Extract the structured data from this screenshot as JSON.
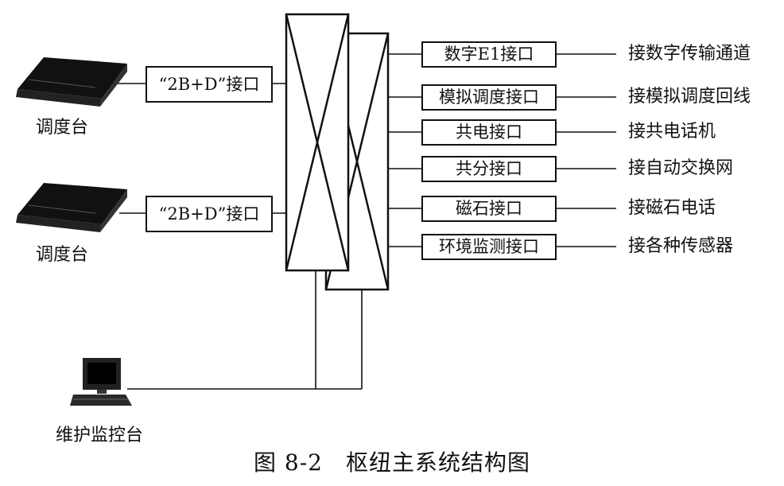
{
  "caption": "图 8-2　枢纽主系统结构图",
  "consoles": [
    {
      "label": "调度台",
      "interface": "“2B+D”接口"
    },
    {
      "label": "调度台",
      "interface": "“2B+D”接口"
    }
  ],
  "maintenance": {
    "label": "维护监控台"
  },
  "interfaces": [
    {
      "name": "数字E1接口",
      "target": "接数字传输通道"
    },
    {
      "name": "模拟调度接口",
      "target": "接模拟调度回线"
    },
    {
      "name": "共电接口",
      "target": "接共电话机"
    },
    {
      "name": "共分接口",
      "target": "接自动交换网"
    },
    {
      "name": "磁石接口",
      "target": "接磁石电话"
    },
    {
      "name": "环境监测接口",
      "target": "接各种传感器"
    }
  ]
}
